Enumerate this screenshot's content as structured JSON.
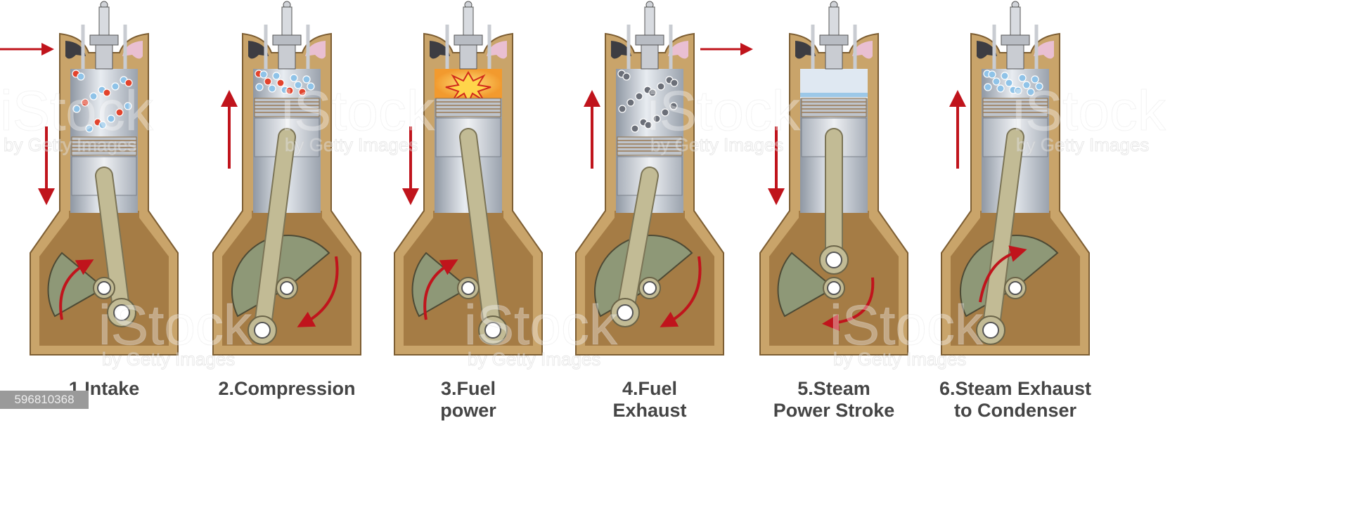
{
  "stages": [
    {
      "label1": "1.Intake",
      "label2": "",
      "piston": "low",
      "charge": "mixture",
      "stroke_arrow": "down",
      "flow": "in",
      "crank_arrow": "up-left"
    },
    {
      "label1": "2.Compression",
      "label2": "",
      "piston": "high",
      "charge": "mixture",
      "stroke_arrow": "up",
      "flow": "none",
      "crank_arrow": "down-right"
    },
    {
      "label1": "3.Fuel",
      "label2": "power",
      "piston": "high",
      "charge": "explosion",
      "stroke_arrow": "down",
      "flow": "none",
      "crank_arrow": "up-left"
    },
    {
      "label1": "4.Fuel",
      "label2": "Exhaust",
      "piston": "low",
      "charge": "exhaust",
      "stroke_arrow": "up",
      "flow": "out",
      "crank_arrow": "down-right"
    },
    {
      "label1": "5.Steam",
      "label2": "Power Stroke",
      "piston": "high",
      "charge": "steam-film",
      "stroke_arrow": "down",
      "flow": "none",
      "crank_arrow": "down-left"
    },
    {
      "label1": "6.Steam Exhaust",
      "label2": "to Condenser",
      "piston": "high",
      "charge": "steam",
      "stroke_arrow": "up",
      "flow": "none",
      "crank_arrow": "up-right"
    }
  ],
  "watermark": {
    "brand": "iStock",
    "sub": "by Getty Images"
  },
  "image_id": "596810368",
  "colors": {
    "casing": "#c9a46a",
    "casing_dark": "#a57c45",
    "cylinder": "#c5ccd6",
    "piston": "#d4d8de",
    "rod": "#c2bb95",
    "crank": "#8e9877",
    "arrow": "#c0141c",
    "fuel": "#e2432c",
    "air": "#8fc3e8",
    "exhaust_dot": "#6b6f78",
    "explosion": "#f5a23a",
    "exhaust_port": "#e9bfd2",
    "intake_port": "#3d3d42",
    "text": "#454545"
  }
}
